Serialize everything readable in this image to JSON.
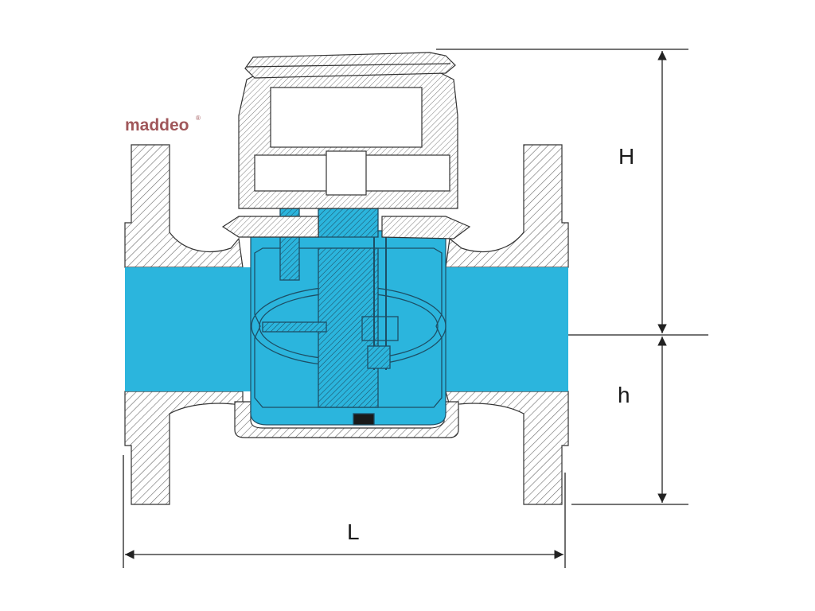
{
  "brand": {
    "name": "maddeo",
    "mark": "®",
    "color": "#a0575a"
  },
  "dimensions": {
    "height_above_axis": "H",
    "height_below_axis": "h",
    "length": "L"
  },
  "colors": {
    "water": "#2bb5dd",
    "metal_hatch": "#6a6a6a",
    "outline": "#333333",
    "dimension_line": "#222222"
  }
}
